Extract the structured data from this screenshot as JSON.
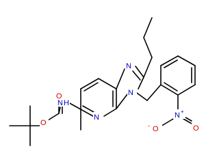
{
  "molecule": {
    "atoms": [
      {
        "id": "N_amide",
        "text": "N",
        "color": "#0000cc",
        "h": "H"
      },
      {
        "id": "O_carbonyl",
        "text": "O",
        "color": "#cc0000"
      },
      {
        "id": "O_ester",
        "text": "O",
        "color": "#cc0000"
      },
      {
        "id": "N_pyridine",
        "text": "N",
        "color": "#0000cc"
      },
      {
        "id": "N_imid_top",
        "text": "N",
        "color": "#0000cc"
      },
      {
        "id": "N_imid_bottom",
        "text": "N",
        "color": "#0000cc"
      },
      {
        "id": "N_nitro",
        "text": "N",
        "color": "#0000cc",
        "charge": "+"
      },
      {
        "id": "O_nitro_1",
        "text": "O",
        "color": "#cc0000",
        "charge": "-"
      },
      {
        "id": "O_nitro_2",
        "text": "O",
        "color": "#cc0000"
      }
    ]
  }
}
